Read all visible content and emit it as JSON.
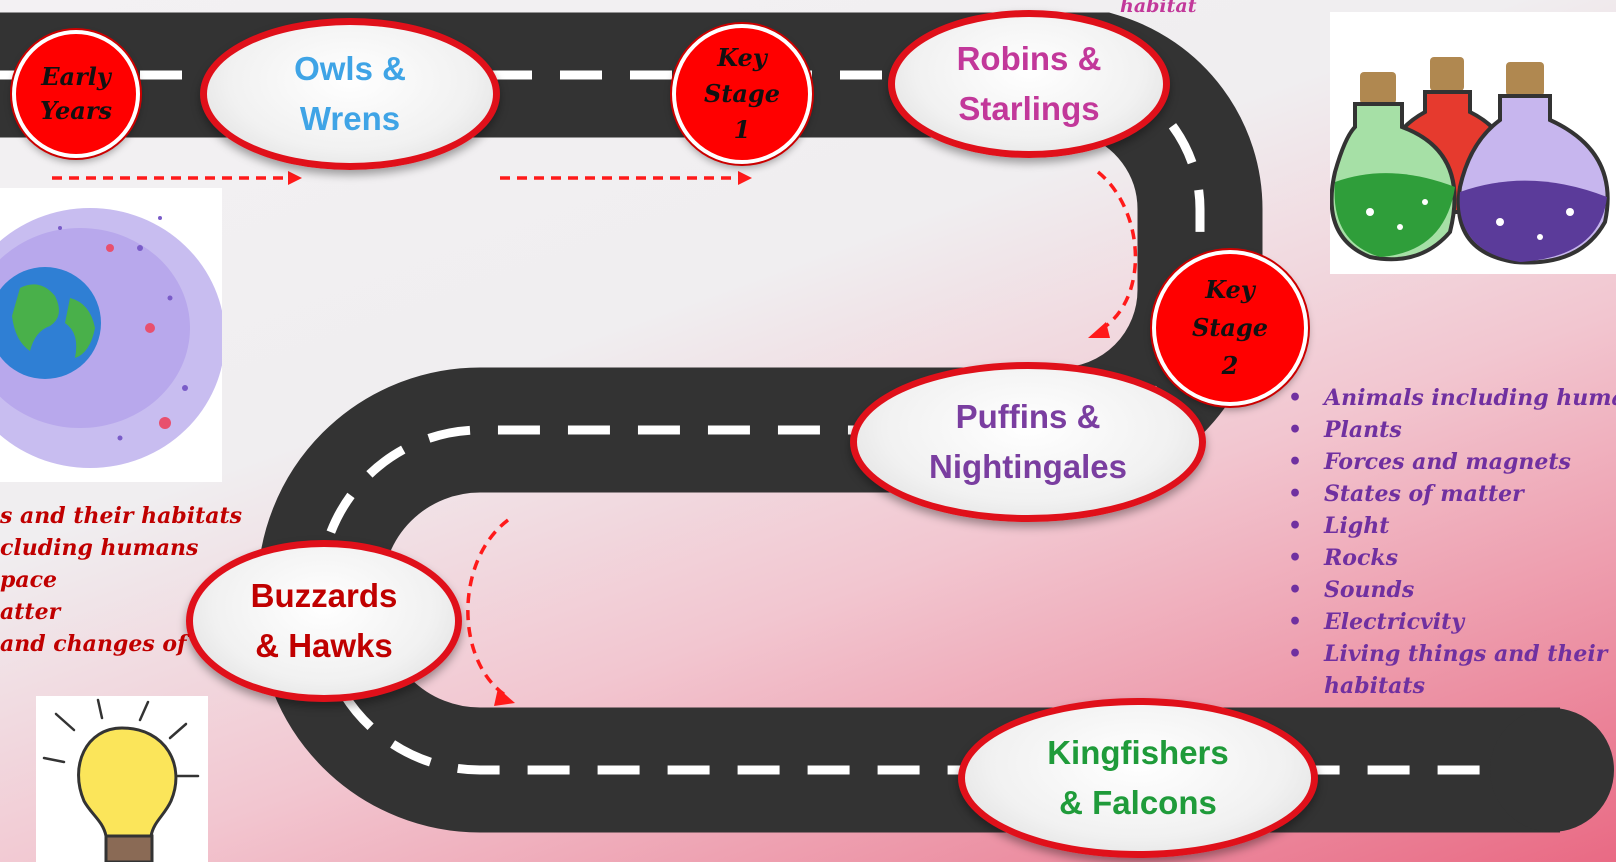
{
  "top_caption": "",
  "top_right_caption": "habitat",
  "stages": [
    {
      "label": "Early\nYears",
      "color": "#111111"
    },
    {
      "label": "Key\nStage\n1",
      "color": "#111111"
    },
    {
      "label": "Key\nStage\n2",
      "color": "#111111"
    }
  ],
  "classes": [
    {
      "label": "Owls &\nWrens",
      "color": "#3fa4e6"
    },
    {
      "label": "Robins &\nStarlings",
      "color": "#c2389a"
    },
    {
      "label": "Puffins &\nNightingales",
      "color": "#7a3ea0"
    },
    {
      "label": "Buzzards\n& Hawks",
      "color": "#c00000"
    },
    {
      "label": "Kingfishers\n& Falcons",
      "color": "#1f9b3a"
    }
  ],
  "left_topics": [
    "s and their habitats",
    "cluding humans",
    "pace",
    "atter",
    "and changes of"
  ],
  "right_topics": [
    "Animals including huma",
    "Plants",
    "Forces and magnets",
    "States of matter",
    "Light",
    "Rocks",
    "Sounds",
    "Electricvity",
    "Living things and their habitats"
  ],
  "colors": {
    "road": "#333333",
    "accent": "#e0101a",
    "left_topics": "#c00000",
    "right_topics": "#7030a0"
  },
  "icons": [
    "earth-space-icon",
    "potion-bottles-icon",
    "lightbulb-icon"
  ]
}
